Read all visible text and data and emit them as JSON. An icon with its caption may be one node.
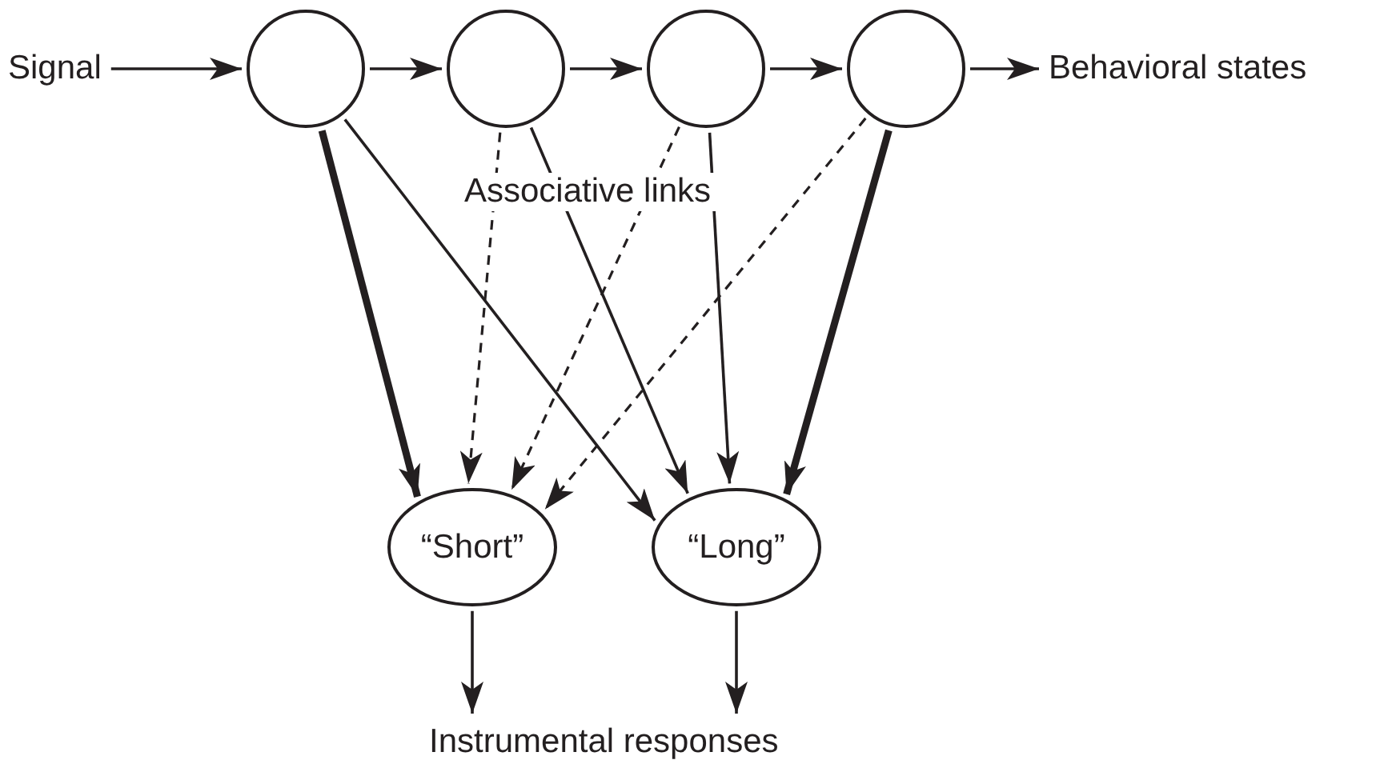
{
  "diagram": {
    "nodes": [
      {
        "text": [
          "Signal"
        ]
      },
      {
        "text": [],
        "shape": "circle"
      },
      {
        "text": [],
        "shape": "circle"
      },
      {
        "text": [],
        "shape": "circle"
      },
      {
        "text": [],
        "shape": "circle"
      },
      {
        "text": [
          "Behavioral states"
        ]
      },
      {
        "text": [
          "“Short”"
        ]
      },
      {
        "text": [
          "“Long”"
        ]
      },
      {
        "text": [
          "Instrumental responses"
        ]
      }
    ],
    "edges": [
      {
        "from": 0,
        "to": 1,
        "arrow": "to"
      },
      {
        "from": 1,
        "to": 2,
        "arrow": "to"
      },
      {
        "from": 2,
        "to": 3,
        "arrow": "to"
      },
      {
        "from": 3,
        "to": 4,
        "arrow": "to"
      },
      {
        "from": 4,
        "to": 5,
        "arrow": "to"
      },
      {
        "from": 1,
        "to": 6,
        "arrow": "to",
        "style": "thick"
      },
      {
        "from": 1,
        "to": 7,
        "arrow": "to"
      },
      {
        "from": 2,
        "to": 6,
        "arrow": "to",
        "style": "dashed"
      },
      {
        "from": 2,
        "to": 7,
        "arrow": "to"
      },
      {
        "from": 3,
        "to": 6,
        "arrow": "to",
        "style": "dashed"
      },
      {
        "from": 3,
        "to": 7,
        "arrow": "to"
      },
      {
        "from": 4,
        "to": 6,
        "arrow": "to",
        "style": "dashed"
      },
      {
        "from": 4,
        "to": 7,
        "arrow": "to",
        "style": "thick"
      },
      {
        "from": 6,
        "to": 8,
        "arrow": "to"
      },
      {
        "from": 7,
        "to": 8,
        "arrow": "to"
      }
    ],
    "labels": [
      "Associative links"
    ]
  }
}
